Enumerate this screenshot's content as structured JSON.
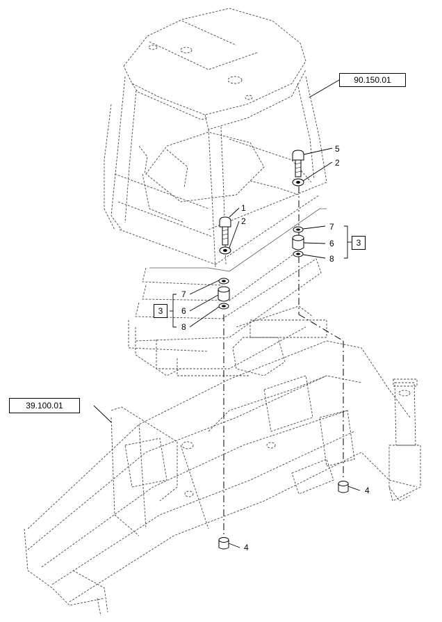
{
  "references": {
    "cab_ref": "90.150.01",
    "frame_ref": "39.100.01"
  },
  "kit_boxes": {
    "left": "3",
    "right": "3"
  },
  "callouts": {
    "bolt_left": "1",
    "washer_left": "2",
    "bolt_right": "5",
    "washer_right": "2",
    "right_upper_washer": "7",
    "right_mount": "6",
    "right_lower_washer": "8",
    "left_upper_washer": "7",
    "left_mount": "6",
    "left_lower_washer": "8",
    "bushing_right": "4",
    "bushing_left": "4"
  }
}
